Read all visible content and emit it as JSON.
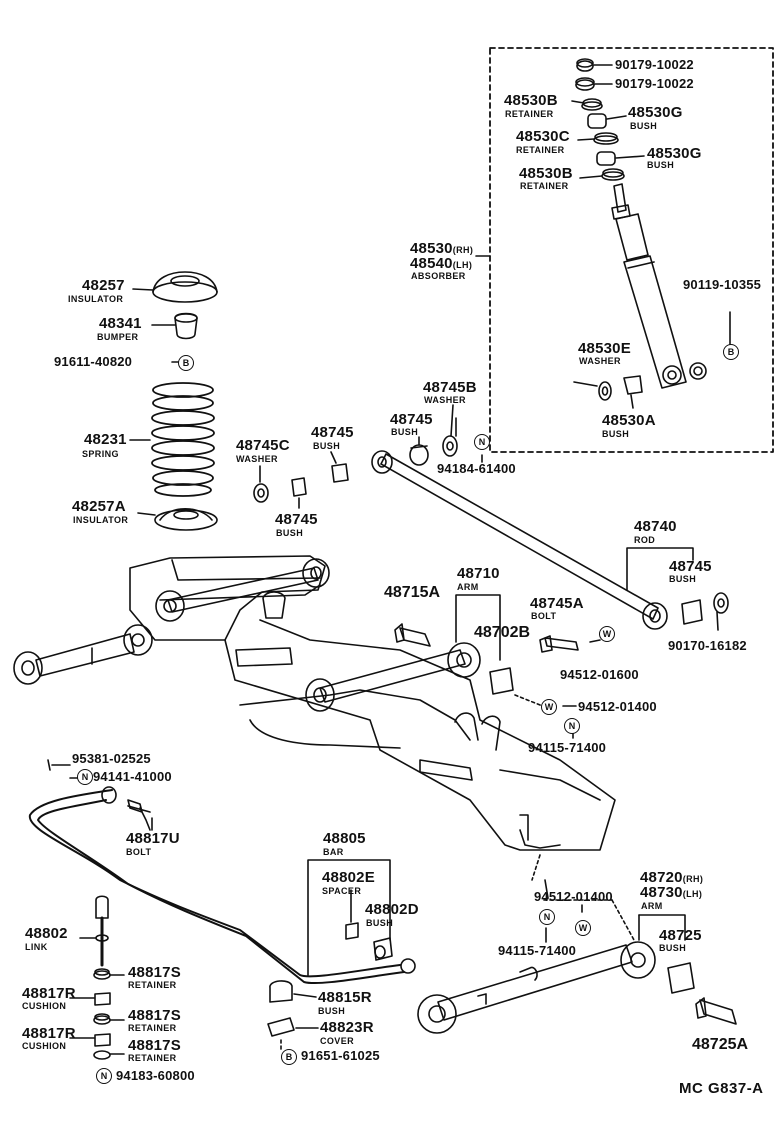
{
  "diagram_ref": "MC  G837-A",
  "symbols": {
    "N": "N",
    "B": "B",
    "W": "W"
  },
  "parts": {
    "p90179_1": {
      "number": "90179-10022"
    },
    "p90179_2": {
      "number": "90179-10022"
    },
    "p48530B_1": {
      "number": "48530B",
      "name": "RETAINER"
    },
    "p48530G_1": {
      "number": "48530G",
      "name": "BUSH"
    },
    "p48530C": {
      "number": "48530C",
      "name": "RETAINER"
    },
    "p48530G_2": {
      "number": "48530G",
      "name": "BUSH"
    },
    "p48530B_2": {
      "number": "48530B",
      "name": "RETAINER"
    },
    "p48530": {
      "number": "48530",
      "suffix": "(RH)"
    },
    "p48540": {
      "number": "48540",
      "suffix": "(LH)",
      "name": "ABSORBER"
    },
    "p90119": {
      "number": "90119-10355"
    },
    "p48530E": {
      "number": "48530E",
      "name": "WASHER"
    },
    "p48530A": {
      "number": "48530A",
      "name": "BUSH"
    },
    "p48745B": {
      "number": "48745B",
      "name": "WASHER"
    },
    "p48745_1": {
      "number": "48745",
      "name": "BUSH"
    },
    "p94184": {
      "number": "94184-61400"
    },
    "p48257": {
      "number": "48257",
      "name": "INSULATOR"
    },
    "p48341": {
      "number": "48341",
      "name": "BUMPER"
    },
    "p91611": {
      "number": "91611-40820"
    },
    "p48231": {
      "number": "48231",
      "name": "SPRING"
    },
    "p48257A": {
      "number": "48257A",
      "name": "INSULATOR"
    },
    "p48745C": {
      "number": "48745C",
      "name": "WASHER"
    },
    "p48745_2": {
      "number": "48745",
      "name": "BUSH"
    },
    "p48745_3": {
      "number": "48745",
      "name": "BUSH"
    },
    "p48740": {
      "number": "48740",
      "name": "ROD"
    },
    "p48745_4": {
      "number": "48745",
      "name": "BUSH"
    },
    "p90170": {
      "number": "90170-16182"
    },
    "p48710": {
      "number": "48710",
      "name": "ARM"
    },
    "p48715A": {
      "number": "48715A"
    },
    "p48702B": {
      "number": "48702B"
    },
    "p48745A": {
      "number": "48745A",
      "name": "BOLT"
    },
    "p94512_1": {
      "number": "94512-01600"
    },
    "p94512_2": {
      "number": "94512-01400"
    },
    "p94115_1": {
      "number": "94115-71400"
    },
    "p95381": {
      "number": "95381-02525"
    },
    "p94141": {
      "number": "94141-41000"
    },
    "p48817U": {
      "number": "48817U",
      "name": "BOLT"
    },
    "p48805": {
      "number": "48805",
      "name": "BAR"
    },
    "p48802E": {
      "number": "48802E",
      "name": "SPACER"
    },
    "p48802D": {
      "number": "48802D",
      "name": "BUSH"
    },
    "p48802": {
      "number": "48802",
      "name": "LINK"
    },
    "p48817S_1": {
      "number": "48817S",
      "name": "RETAINER"
    },
    "p48817R_1": {
      "number": "48817R",
      "name": "CUSHION"
    },
    "p48817S_2": {
      "number": "48817S",
      "name": "RETAINER"
    },
    "p48817R_2": {
      "number": "48817R",
      "name": "CUSHION"
    },
    "p48817S_3": {
      "number": "48817S",
      "name": "RETAINER"
    },
    "p94183": {
      "number": "94183-60800"
    },
    "p48815R": {
      "number": "48815R",
      "name": "BUSH"
    },
    "p48823R": {
      "number": "48823R",
      "name": "COVER"
    },
    "p91651": {
      "number": "91651-61025"
    },
    "p94512_3": {
      "number": "94512-01400"
    },
    "p94115_2": {
      "number": "94115-71400"
    },
    "p48720": {
      "number": "48720",
      "suffix": "(RH)"
    },
    "p48730": {
      "number": "48730",
      "suffix": "(LH)",
      "name": "ARM"
    },
    "p48725": {
      "number": "48725",
      "name": "BUSH"
    },
    "p48725A": {
      "number": "48725A"
    }
  }
}
